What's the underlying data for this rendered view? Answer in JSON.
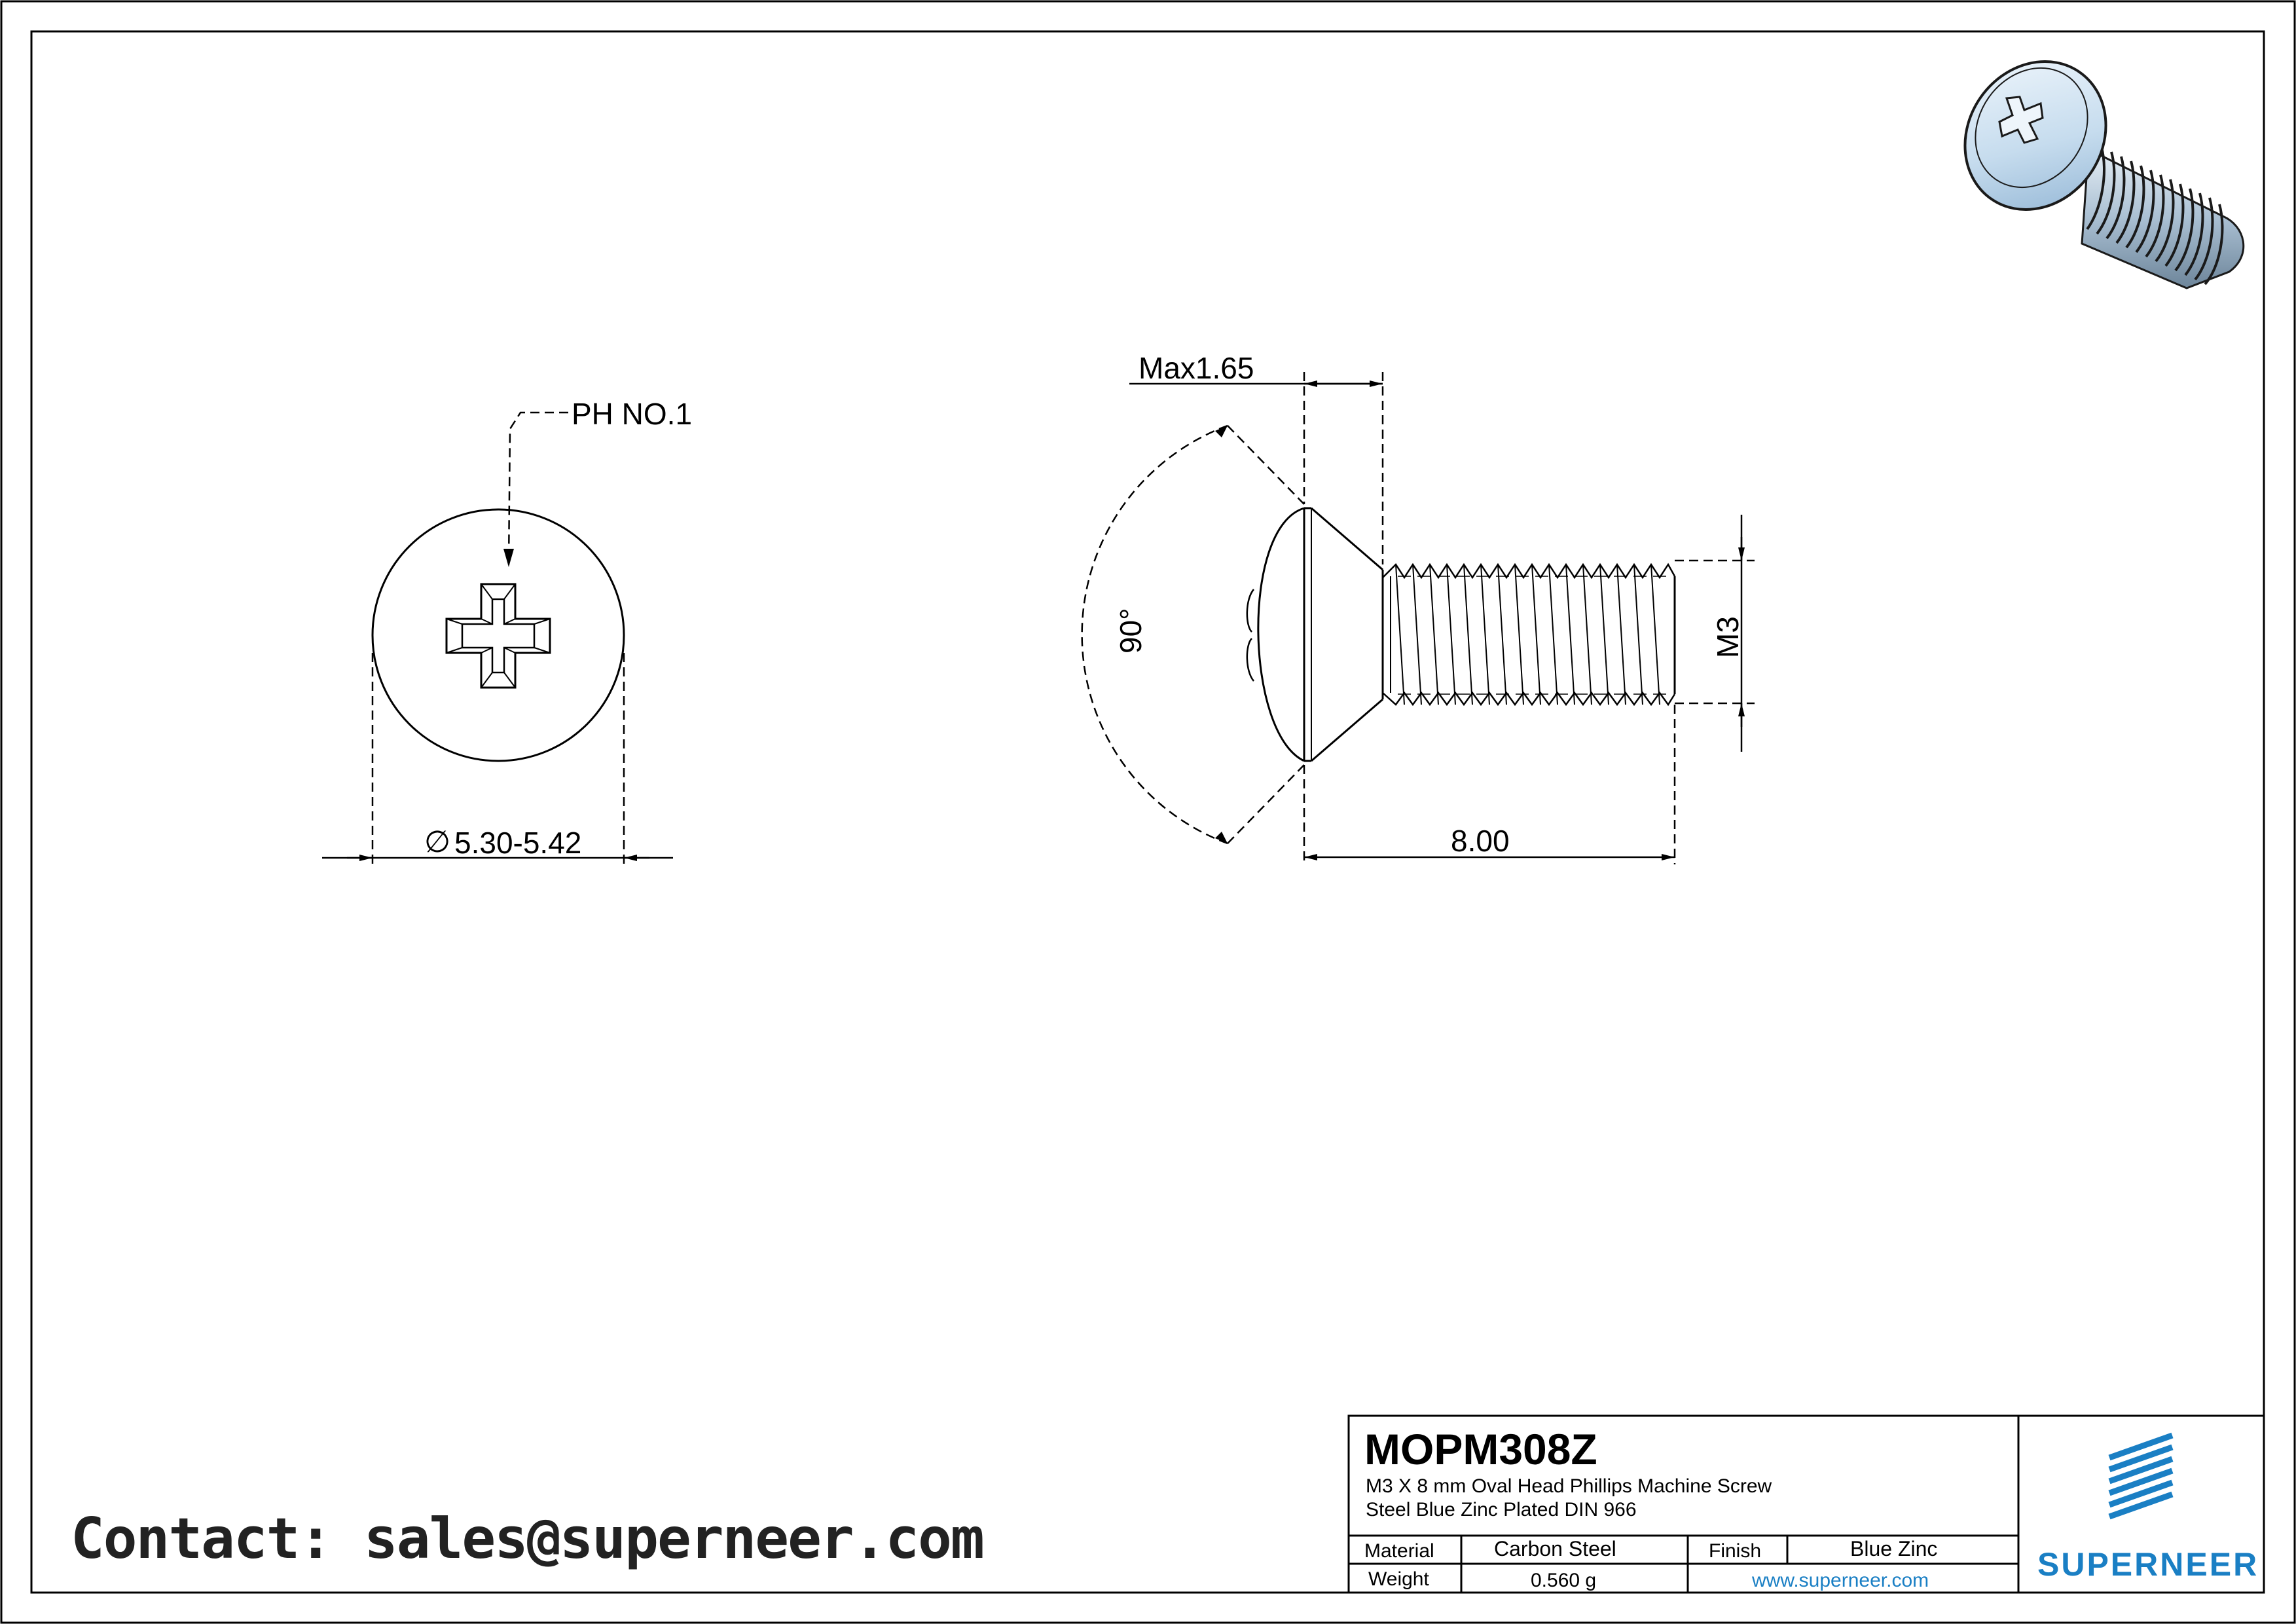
{
  "views": {
    "top": {
      "drive_callout": "PH NO.1",
      "diameter_symbol": "∅",
      "diameter_value": "5.30-5.42"
    },
    "side": {
      "head_height": "Max1.65",
      "head_angle": "90°",
      "thread": "M3",
      "length": "8.00"
    }
  },
  "title_block": {
    "part_number": "MOPM308Z",
    "description_line1": "M3 X 8 mm  Oval Head Phillips Machine Screw",
    "description_line2": "Steel Blue Zinc Plated DIN 966",
    "material_label": "Material",
    "material_value": "Carbon Steel",
    "finish_label": "Finish",
    "finish_value": "Blue Zinc",
    "weight_label": "Weight",
    "weight_value": "0.560 g",
    "website": "www.superneer.com",
    "brand": "SUPERNEER",
    "brand_color": "#1a7fc4"
  },
  "contact": "Contact: sales@superneer.com",
  "render_icon": "screw-3d-render-icon"
}
